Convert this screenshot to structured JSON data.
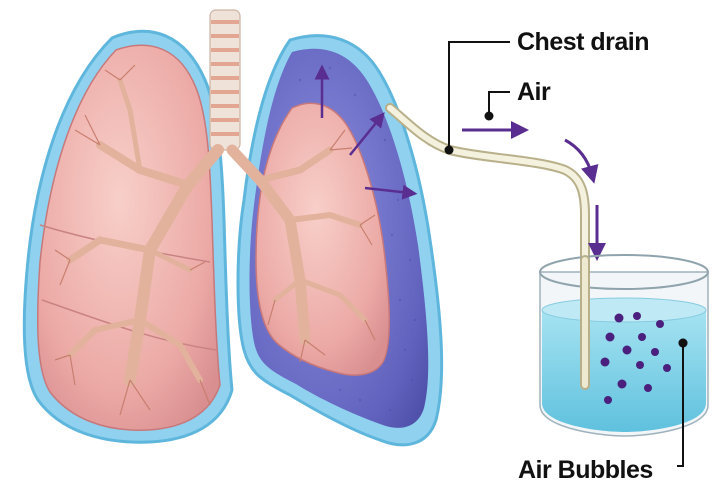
{
  "labels": {
    "chest_drain": "Chest drain",
    "air": "Air",
    "air_bubbles": "Air Bubbles"
  },
  "colors": {
    "lung_pink": "#f2b4b4",
    "pleura_blue": "#6ec3e6",
    "pneumothorax_purple": "#6a6cc8",
    "airflow_arrow": "#5a2d91",
    "bronchi_tan": "#e6b9a0",
    "trachea_ring": "#e8d3c8",
    "water": "#8fd6e8",
    "bubble": "#4a1f7d"
  },
  "icons": {
    "airflow": "arrow-icon",
    "bubbles": "bubble-icon"
  }
}
